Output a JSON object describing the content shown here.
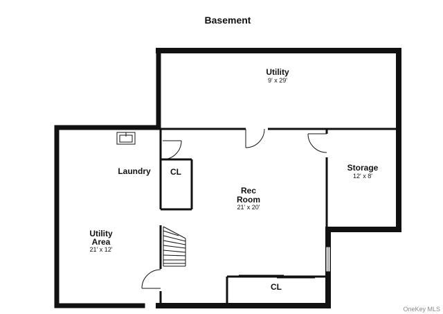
{
  "title": "Basement",
  "watermark": "OneKey MLS",
  "rooms": {
    "utility_top": {
      "name": "Utility",
      "dims": "9' x 29'"
    },
    "storage": {
      "name": "Storage",
      "dims": "12' x 8'"
    },
    "laundry": {
      "name": "Laundry"
    },
    "closet_left": {
      "name": "CL"
    },
    "rec_room": {
      "name_line1": "Rec",
      "name_line2": "Room",
      "dims": "21' x 20'"
    },
    "utility_area": {
      "name_line1": "Utility",
      "name_line2": "Area",
      "dims": "21' x 12'"
    },
    "closet_bottom": {
      "name": "CL"
    }
  },
  "colors": {
    "wall": "#111111",
    "background": "#ffffff"
  }
}
